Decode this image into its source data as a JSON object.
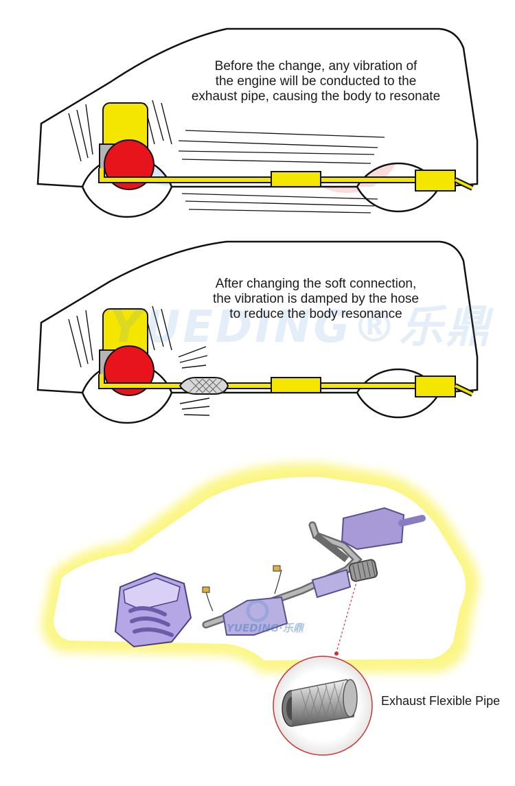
{
  "panel_before": {
    "caption_lines": [
      "Before the change, any vibration of",
      "the engine will be conducted to the",
      "exhaust pipe, causing the body to resonate"
    ]
  },
  "panel_after": {
    "caption_lines": [
      "After changing the soft connection,",
      "the vibration is damped by the hose",
      "to reduce the body resonance"
    ]
  },
  "panel_exhaust": {
    "product_label": "Exhaust Flexible Pipe"
  },
  "watermark": {
    "brand": "YUEDING",
    "registered": "®",
    "brand_cn": "乐鼎",
    "small_label": "YUEDING·乐鼎"
  },
  "colors": {
    "pipe_yellow": "#f5e600",
    "engine_red": "#e8141c",
    "outline": "#111111",
    "glow_yellow": "#fbf57a",
    "exhaust_purple": "#a89ad6"
  },
  "icons": [
    "car-outline-icon",
    "engine-icon",
    "muffler-icon",
    "flex-hose-icon",
    "exhaust-system-icon",
    "flexible-pipe-icon"
  ]
}
